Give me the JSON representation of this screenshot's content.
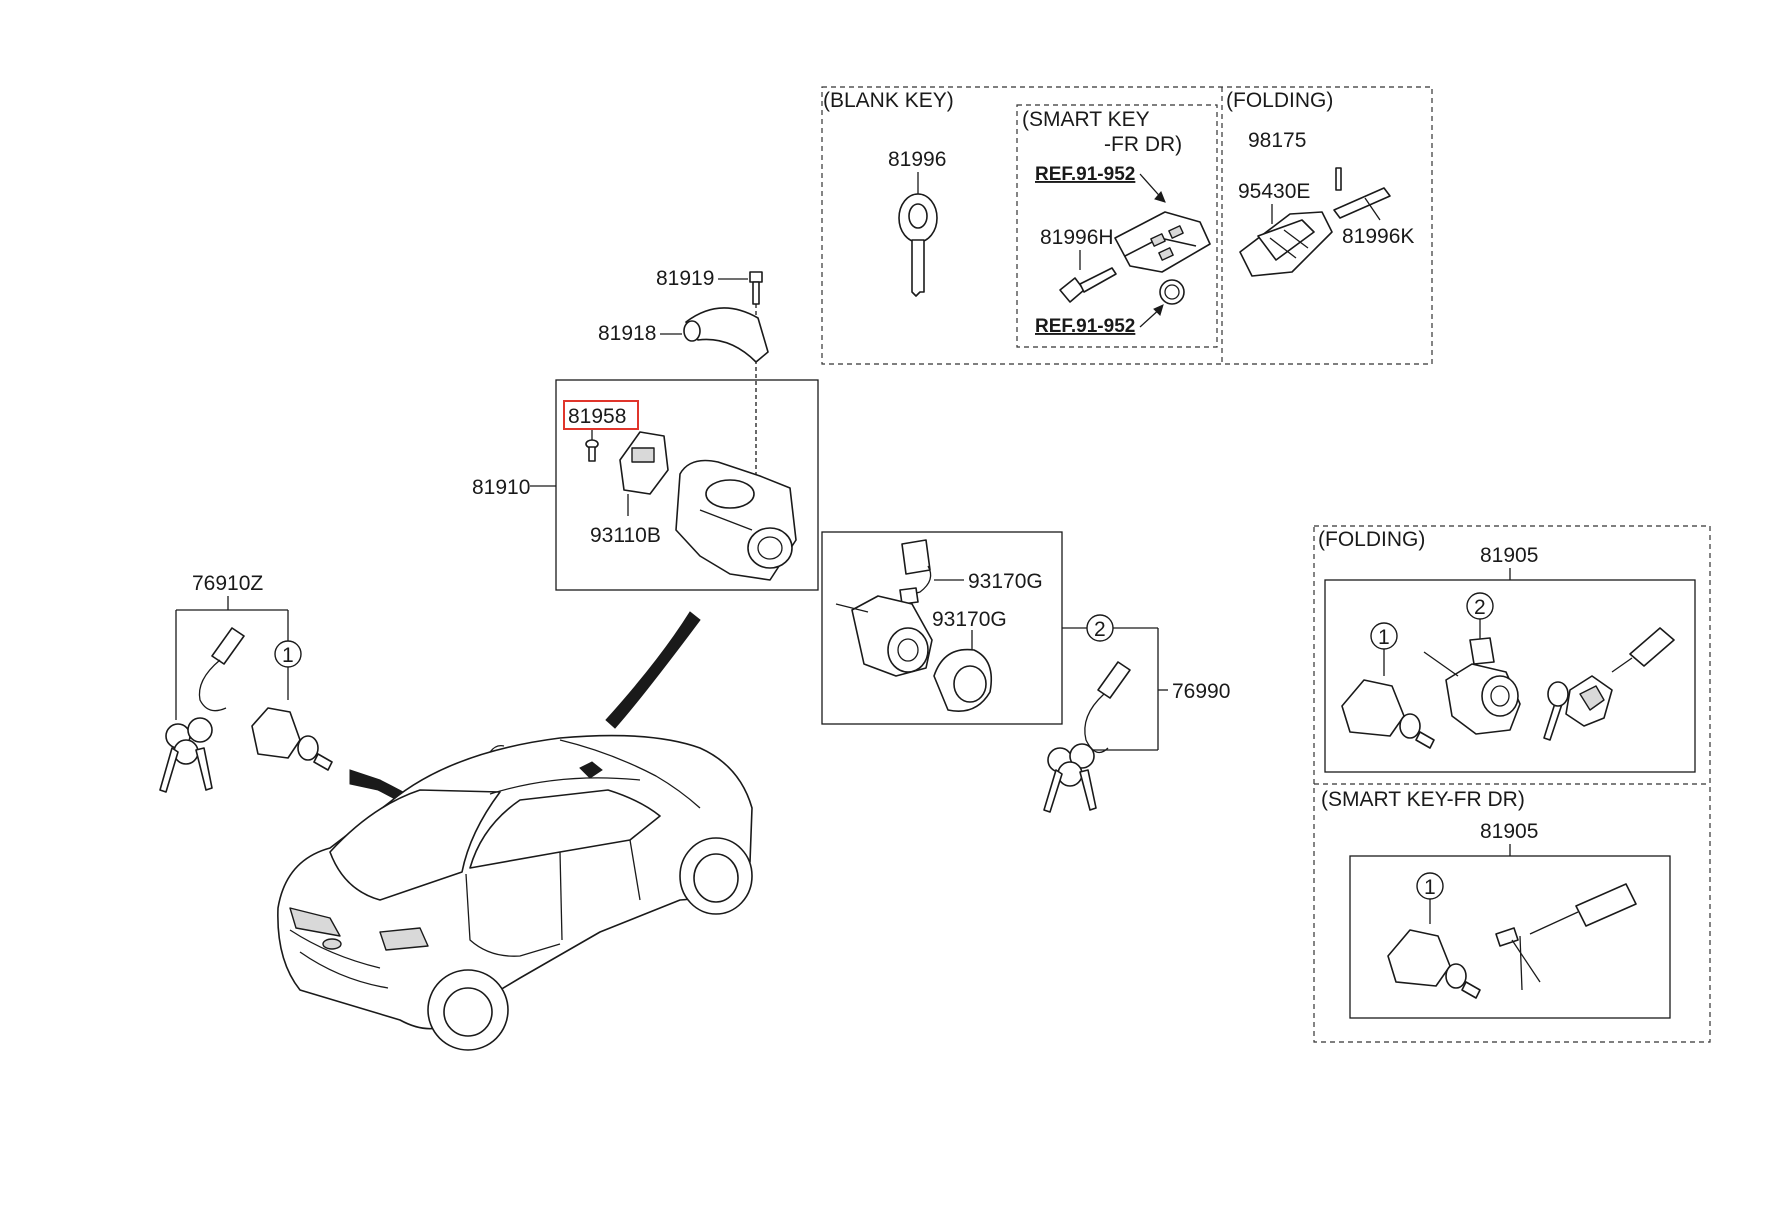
{
  "sections": {
    "blank_key": "(BLANK KEY)",
    "smart_key_line1": "(SMART KEY",
    "smart_key_line2": "-FR DR)",
    "folding_top": "(FOLDING)",
    "folding_right": "(FOLDING)",
    "smart_key_fr_dr": "(SMART KEY-FR DR)"
  },
  "parts": {
    "p81996": "81996",
    "p98175": "98175",
    "p95430E": "95430E",
    "p81996K": "81996K",
    "p81996H": "81996H",
    "ref1": "REF.91-952",
    "ref2": "REF.91-952",
    "p81919": "81919",
    "p81918": "81918",
    "p81958": "81958",
    "p81910": "81910",
    "p93110B": "93110B",
    "p76910Z": "76910Z",
    "p93170G_a": "93170G",
    "p93170G_b": "93170G",
    "p76990": "76990",
    "p81905_a": "81905",
    "p81905_b": "81905"
  },
  "callouts": {
    "c1_left": "1",
    "c2_mid": "2",
    "c1_fold": "1",
    "c2_fold": "2",
    "c1_smart": "1"
  },
  "colors": {
    "line": "#1a1a1a",
    "highlight": "#e0352b",
    "background": "#ffffff"
  }
}
